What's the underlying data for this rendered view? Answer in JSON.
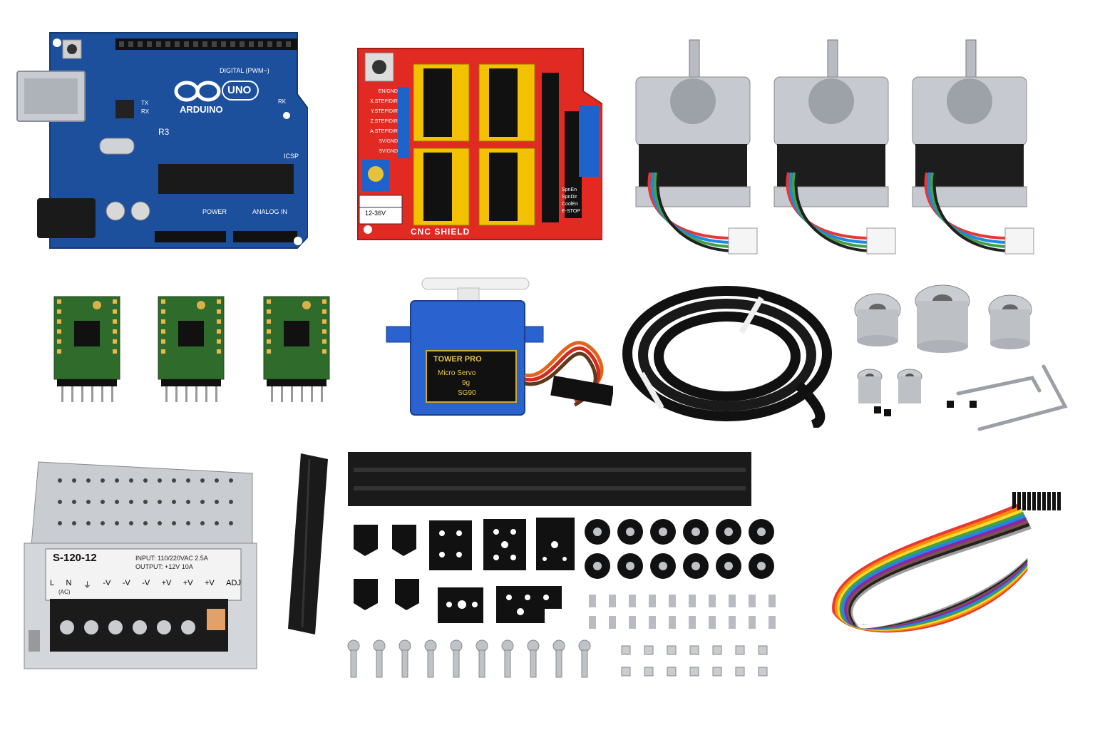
{
  "arduino": {
    "logo": "ARDUINO",
    "model": "UNO",
    "rev": "R3",
    "digital_label": "DIGITAL (PWM~)",
    "power_label": "POWER",
    "analog_label": "ANALOG IN",
    "icsp": "ICSP",
    "tx": "TX",
    "rx": "RX",
    "rk": "RK",
    "brand_color": "#1c4f9c"
  },
  "cnc_shield": {
    "title": "CNC SHIELD",
    "voltage": "12-36V",
    "rows": [
      "EN/GND",
      "X.STEP/DIR",
      "Y.STEP/DIR",
      "Z.STEP/DIR",
      "A.STEP/DIR",
      "5V/GND",
      "5V/GND"
    ],
    "right_labels": [
      "SpnEn",
      "SpnDir",
      "CoolEn",
      "E-STOP"
    ],
    "brand_color": "#e02a22"
  },
  "servo": {
    "brand": "TOWER PRO",
    "type": "Micro Servo",
    "weight": "9g",
    "model": "SG90",
    "body_color": "#1f5fd6"
  },
  "psu": {
    "model": "S-120-12",
    "input": "INPUT: 110/220VAC 2.5A",
    "output": "OUTPUT: +12V 10A",
    "terminals": [
      "L",
      "N",
      "⏚",
      "-V",
      "-V",
      "-V",
      "+V",
      "+V",
      "+V",
      "ADJ"
    ],
    "ac_label": "(AC)"
  },
  "jumper_colors": [
    "#e53935",
    "#fb8c00",
    "#fdd835",
    "#43a047",
    "#1e88e5",
    "#8e24aa",
    "#795548",
    "#212121",
    "#9e9e9e",
    "#ffffff"
  ]
}
